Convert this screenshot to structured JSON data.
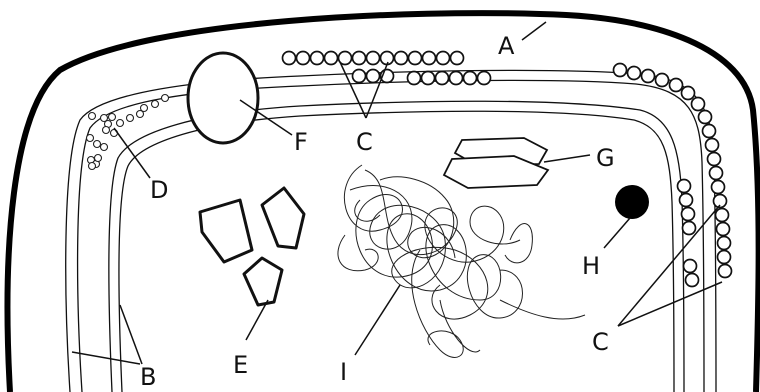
{
  "diagram": {
    "labels": {
      "A": "A",
      "B": "B",
      "C_top": "C",
      "C_right": "C",
      "D": "D",
      "E": "E",
      "F": "F",
      "G": "G",
      "H": "H",
      "I": "I"
    }
  }
}
